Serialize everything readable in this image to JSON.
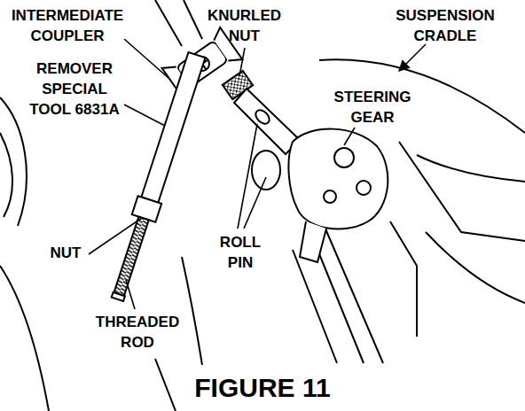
{
  "diagram": {
    "caption": "FIGURE 11",
    "labels": [
      "INTERMEDIATE COUPLER",
      "KNURLED NUT",
      "SUSPENSION CRADLE",
      "REMOVER SPECIAL TOOL 6831A",
      "STEERING GEAR",
      "NUT",
      "ROLL PIN",
      "THREADED ROD"
    ]
  }
}
